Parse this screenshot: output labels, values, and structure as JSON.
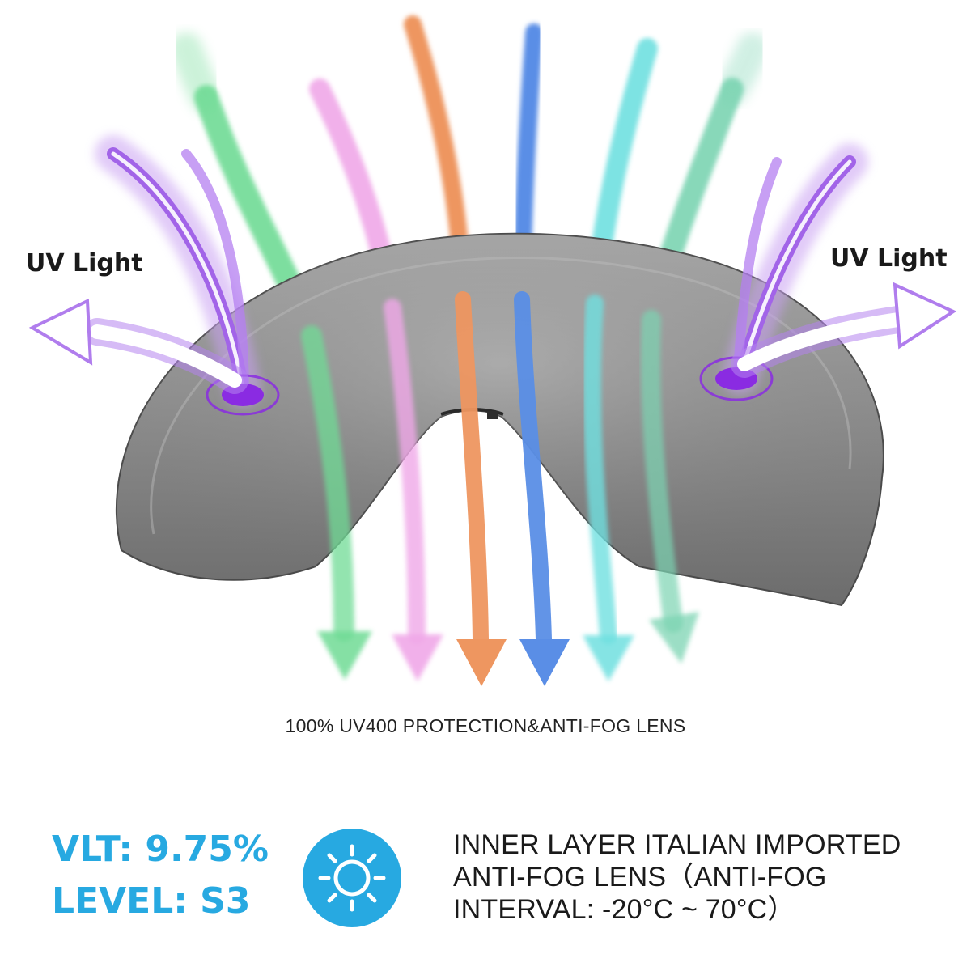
{
  "labels": {
    "uv_left": "UV Light",
    "uv_right": "UV Light"
  },
  "caption": "100% UV400 PROTECTION&ANTI-FOG LENS",
  "specs": {
    "vlt": "VLT: 9.75%",
    "level": "LEVEL: S3"
  },
  "description": {
    "line1": "INNER LAYER ITALIAN IMPORTED",
    "line2": "ANTI-FOG LENS（ANTI-FOG",
    "line3": "INTERVAL: -20°C ~ 70°C）"
  },
  "icons": {
    "badge": "sun-icon"
  },
  "colors": {
    "accent": "#27a9e1",
    "uv_purple": "#8a2be2",
    "green": "#6fdb95",
    "pink": "#f0a8e8",
    "orange": "#ee9660",
    "blue": "#5a8ee6",
    "cyan": "#6fe0e0",
    "teal": "#7cd4b2",
    "lens": "#8a8a8a"
  }
}
